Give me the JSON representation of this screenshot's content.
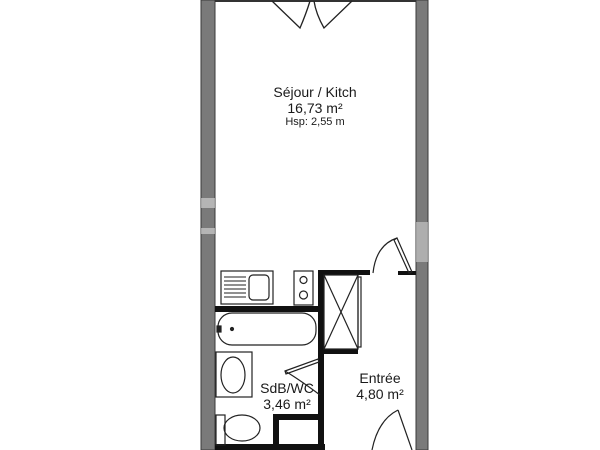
{
  "plan": {
    "rooms": [
      {
        "name": "Séjour / Kitch",
        "area": "16,73 m²",
        "height": "Hsp: 2,55 m"
      },
      {
        "name": "SdB/WC",
        "area": "3,46 m²"
      },
      {
        "name": "Entrée",
        "area": "4,80 m²"
      }
    ],
    "colors": {
      "wall": "#7a7a7a",
      "wall_edge": "#3a3a3a",
      "partition": "#111111",
      "background": "#ffffff",
      "watermark": "#e6e6e6"
    }
  }
}
